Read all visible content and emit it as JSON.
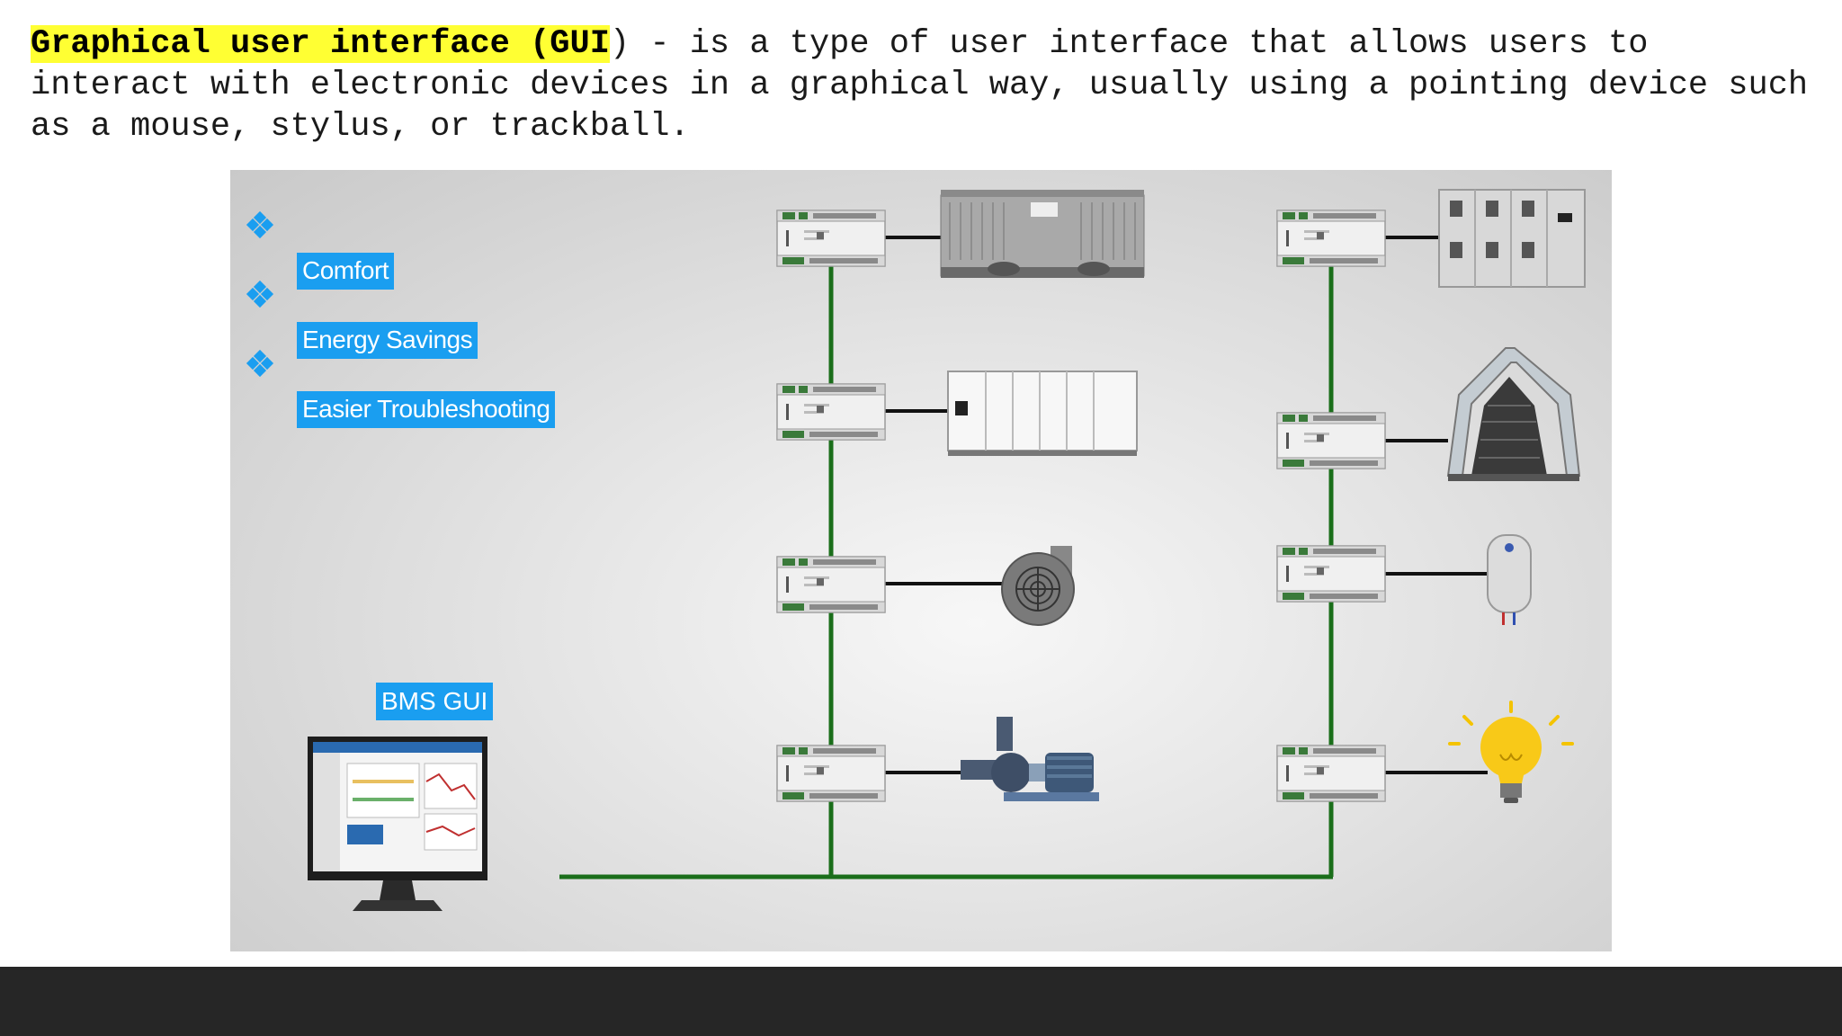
{
  "definition": {
    "term": "Graphical user interface (GUI",
    "rest": ") - is a type of user interface that allows users to interact with electronic devices in a graphical way, usually using a pointing device such as a mouse, stylus, or trackball."
  },
  "diagram": {
    "bullets": [
      "Comfort",
      "Energy Savings",
      "Easier Troubleshooting"
    ],
    "gui_label": "BMS GUI",
    "controller_icon": "controller-module-icon",
    "devices_left": [
      "chiller-icon",
      "air-handling-unit-icon",
      "centrifugal-fan-icon",
      "pump-motor-icon"
    ],
    "devices_right": [
      "electrical-panel-icon",
      "escalator-icon",
      "water-heater-icon",
      "light-bulb-icon"
    ],
    "colors": {
      "bus_line": "#1a6e1a",
      "label_bg": "#1a9ef0",
      "highlight": "#ffff33"
    }
  }
}
